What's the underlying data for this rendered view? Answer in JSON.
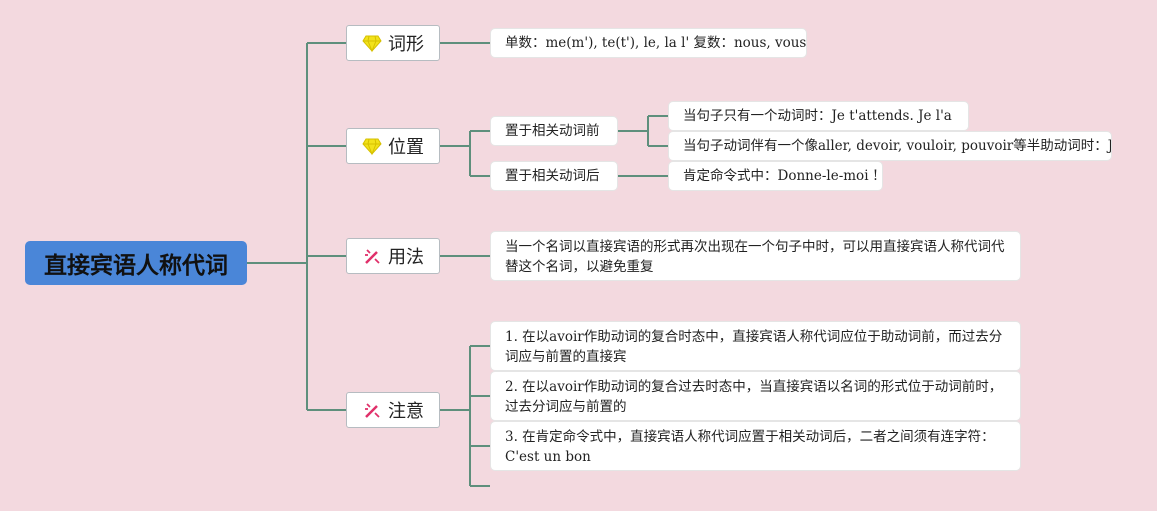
{
  "root": {
    "title": "直接宾语人称代词"
  },
  "branches": [
    {
      "label": "词形",
      "icon": "gem-icon",
      "leaves": [
        "单数：me(m'), te(t'), le, la l' 复数：nous, vous, les"
      ]
    },
    {
      "label": "位置",
      "icon": "gem-icon",
      "subs": [
        {
          "label": "置于相关动词前",
          "leaves": [
            "当句子只有一个动词时：Je t'attends. Je l'a",
            "当句子动词伴有一个像aller, devoir, vouloir, pouvoir等半助动词时：Je"
          ]
        },
        {
          "label": "置于相关动词后",
          "leaves": [
            "肯定命令式中：Donne-le-moi !"
          ]
        }
      ]
    },
    {
      "label": "用法",
      "icon": "wand-icon",
      "leaves": [
        "当一个名词以直接宾语的形式再次出现在一个句子中时，可以用直接宾语人称代词代替这个名词，以避免重复"
      ]
    },
    {
      "label": "注意",
      "icon": "wand-icon",
      "leaves": [
        "1. 在以avoir作助动词的复合时态中，直接宾语人称代词应位于助动词前，而过去分词应与前置的直接宾",
        "2. 在以avoir作助动词的复合过去时态中，当直接宾语以名词的形式位于动词前时，过去分词应与前置的",
        "3. 在肯定命令式中，直接宾语人称代词应置于相关动词后，二者之间须有连字符：C'est un bon"
      ]
    }
  ],
  "colors": {
    "background": "#f3d9df",
    "root": "#4a86d8",
    "connector": "#5e8f7c",
    "gem": "#f2e21b",
    "wand": "#e0306a"
  }
}
